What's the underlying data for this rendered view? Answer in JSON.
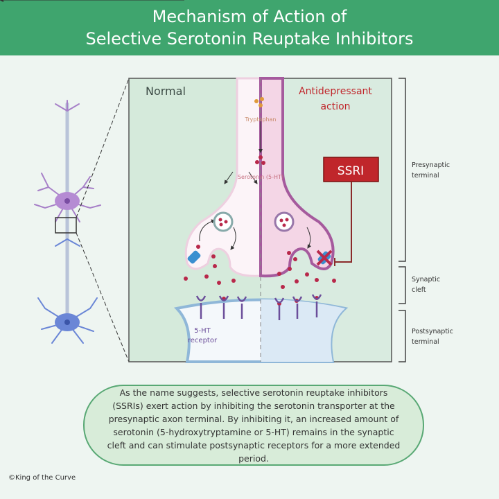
{
  "title": {
    "line1": "Mechanism of Action of",
    "line2": "Selective Serotonin Reuptake Inhibitors"
  },
  "panel": {
    "normal_label": "Normal",
    "antidepressant_label_1": "Antidepressant",
    "antidepressant_label_2": "action",
    "tryptophan": "Tryptophan",
    "serotonin": "Serotonin (5-HT)",
    "ssri": "SSRI",
    "receptor_1": "5-HT",
    "receptor_2": "receptor"
  },
  "regions": {
    "presynaptic": [
      "Presynaptic",
      "terminal"
    ],
    "cleft": [
      "Synaptic",
      "cleft"
    ],
    "postsynaptic": [
      "Postsynaptic",
      "terminal"
    ]
  },
  "description": "As the name suggests, selective serotonin reuptake inhibitors (SSRIs) exert action by inhibiting the serotonin transporter at the presynaptic axon terminal. By inhibiting it, an increased amount of serotonin (5-hydroxytryptamine or 5-HT) remains in the synaptic cleft and can stimulate postsynaptic receptors for a more extended period.",
  "credit": "©King of the Curve",
  "colors": {
    "title_bar": "#3fa56e",
    "panel": "#d5eadb",
    "serotonin": "#b8284a",
    "ssri": "#c0262b",
    "tryptophan": "#e09a3a",
    "transporter": "#3a8fd0"
  }
}
